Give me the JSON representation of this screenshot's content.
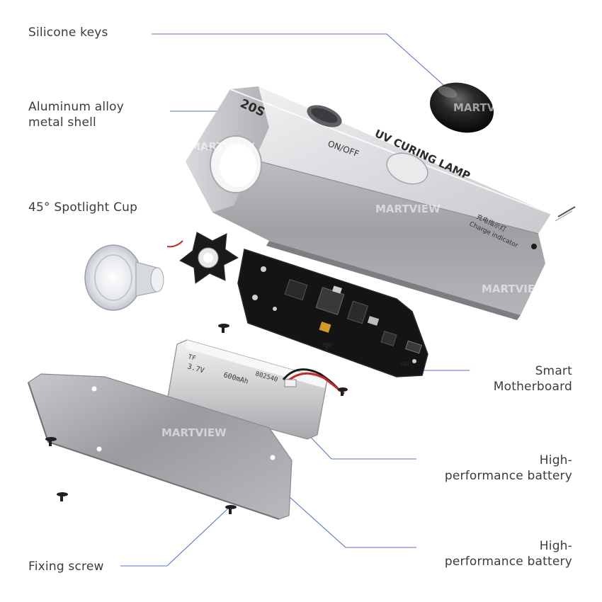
{
  "labels": {
    "silicone_keys": "Silicone keys",
    "aluminum_line1": "Aluminum alloy",
    "aluminum_line2": "metal shell",
    "spotlight_cup": "45° Spotlight Cup",
    "motherboard_line1": "Smart",
    "motherboard_line2": "Motherboard",
    "battery1_line1": "High-",
    "battery1_line2": "performance battery",
    "battery2_line1": "High-",
    "battery2_line2": "performance battery",
    "fixing_screw": "Fixing screw"
  },
  "shell": {
    "model": "20S",
    "title": "UV CURING LAMP",
    "button_label": "ON/OFF",
    "indicator_cn": "充电指示灯",
    "indicator_en": "Charge indicator"
  },
  "battery": {
    "brand": "TF",
    "voltage": "3.7V",
    "capacity": "600mAh",
    "model": "802540"
  },
  "board": {
    "inductor": "330",
    "led_mark": "LED"
  },
  "watermark": "MARTVIEW",
  "colors": {
    "leader_line": "#5b73c7",
    "text": "#3c3c3c"
  }
}
